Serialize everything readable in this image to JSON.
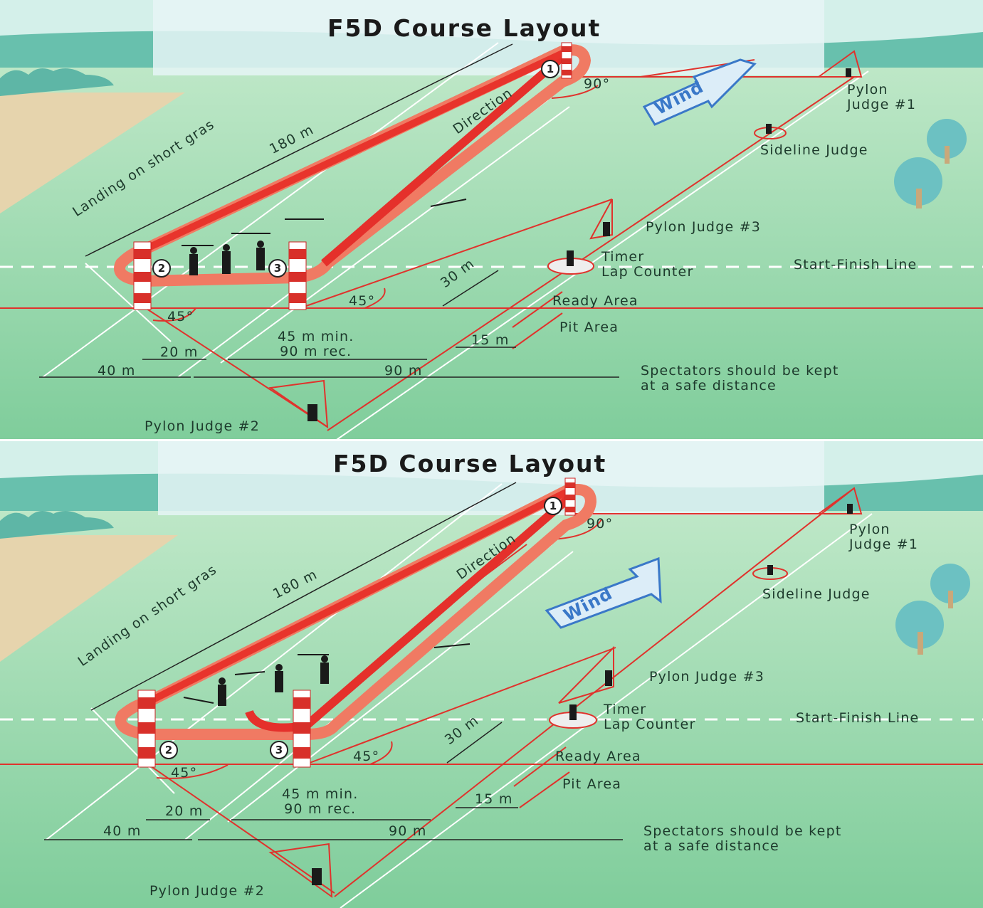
{
  "panels": [
    {
      "title": "F5D Course Layout",
      "wind_label": "Wind",
      "labels": {
        "pylon_judge_1": [
          "Pylon",
          "Judge #1"
        ],
        "sideline_judge": "Sideline Judge",
        "pylon_judge_3": "Pylon Judge #3",
        "timer": [
          "Timer",
          "Lap Counter"
        ],
        "start_finish": "Start-Finish Line",
        "ready_area": "Ready Area",
        "pit_area": "Pit Area",
        "spectators": [
          "Spectators should be kept",
          "at a safe distance"
        ],
        "pylon_judge_2": "Pylon Judge #2",
        "landing": "Landing on short gras",
        "direction": "Direction",
        "d180": "180 m",
        "angle90": "90°",
        "angle45a": "45°",
        "angle45b": "45°",
        "d30": "30 m",
        "d15": "15 m",
        "d45": [
          "45 m min.",
          "90 m rec."
        ],
        "d20": "20 m",
        "d40": "40 m",
        "d90": "90 m",
        "pylon1": "1",
        "pylon2": "2",
        "pylon3": "3"
      }
    },
    {
      "title": "F5D Course Layout",
      "wind_label": "Wind",
      "labels": {
        "pylon_judge_1": [
          "Pylon",
          "Judge #1"
        ],
        "sideline_judge": "Sideline Judge",
        "pylon_judge_3": "Pylon Judge #3",
        "timer": [
          "Timer",
          "Lap Counter"
        ],
        "start_finish": "Start-Finish Line",
        "ready_area": "Ready Area",
        "pit_area": "Pit Area",
        "spectators": [
          "Spectators should be kept",
          "at a safe distance"
        ],
        "pylon_judge_2": "Pylon Judge #2",
        "landing": "Landing on short gras",
        "direction": "Direction",
        "d180": "180 m",
        "angle90": "90°",
        "angle45a": "45°",
        "angle45b": "45°",
        "d30": "30 m",
        "d15": "15 m",
        "d45": [
          "45 m min.",
          "90 m rec."
        ],
        "d20": "20 m",
        "d40": "40 m",
        "d90": "90 m",
        "pylon1": "1",
        "pylon2": "2",
        "pylon3": "3"
      }
    }
  ],
  "colors": {
    "sky": "#cfeee9",
    "hills": "#6ec3b0",
    "field": "#a9dcbc",
    "field_dark": "#86cfa0",
    "sand": "#e8d5b0",
    "course_red": "#e8302a",
    "course_light": "#f4806a",
    "wind_fill": "#d8ecf7",
    "wind_stroke": "#3a78c8"
  }
}
